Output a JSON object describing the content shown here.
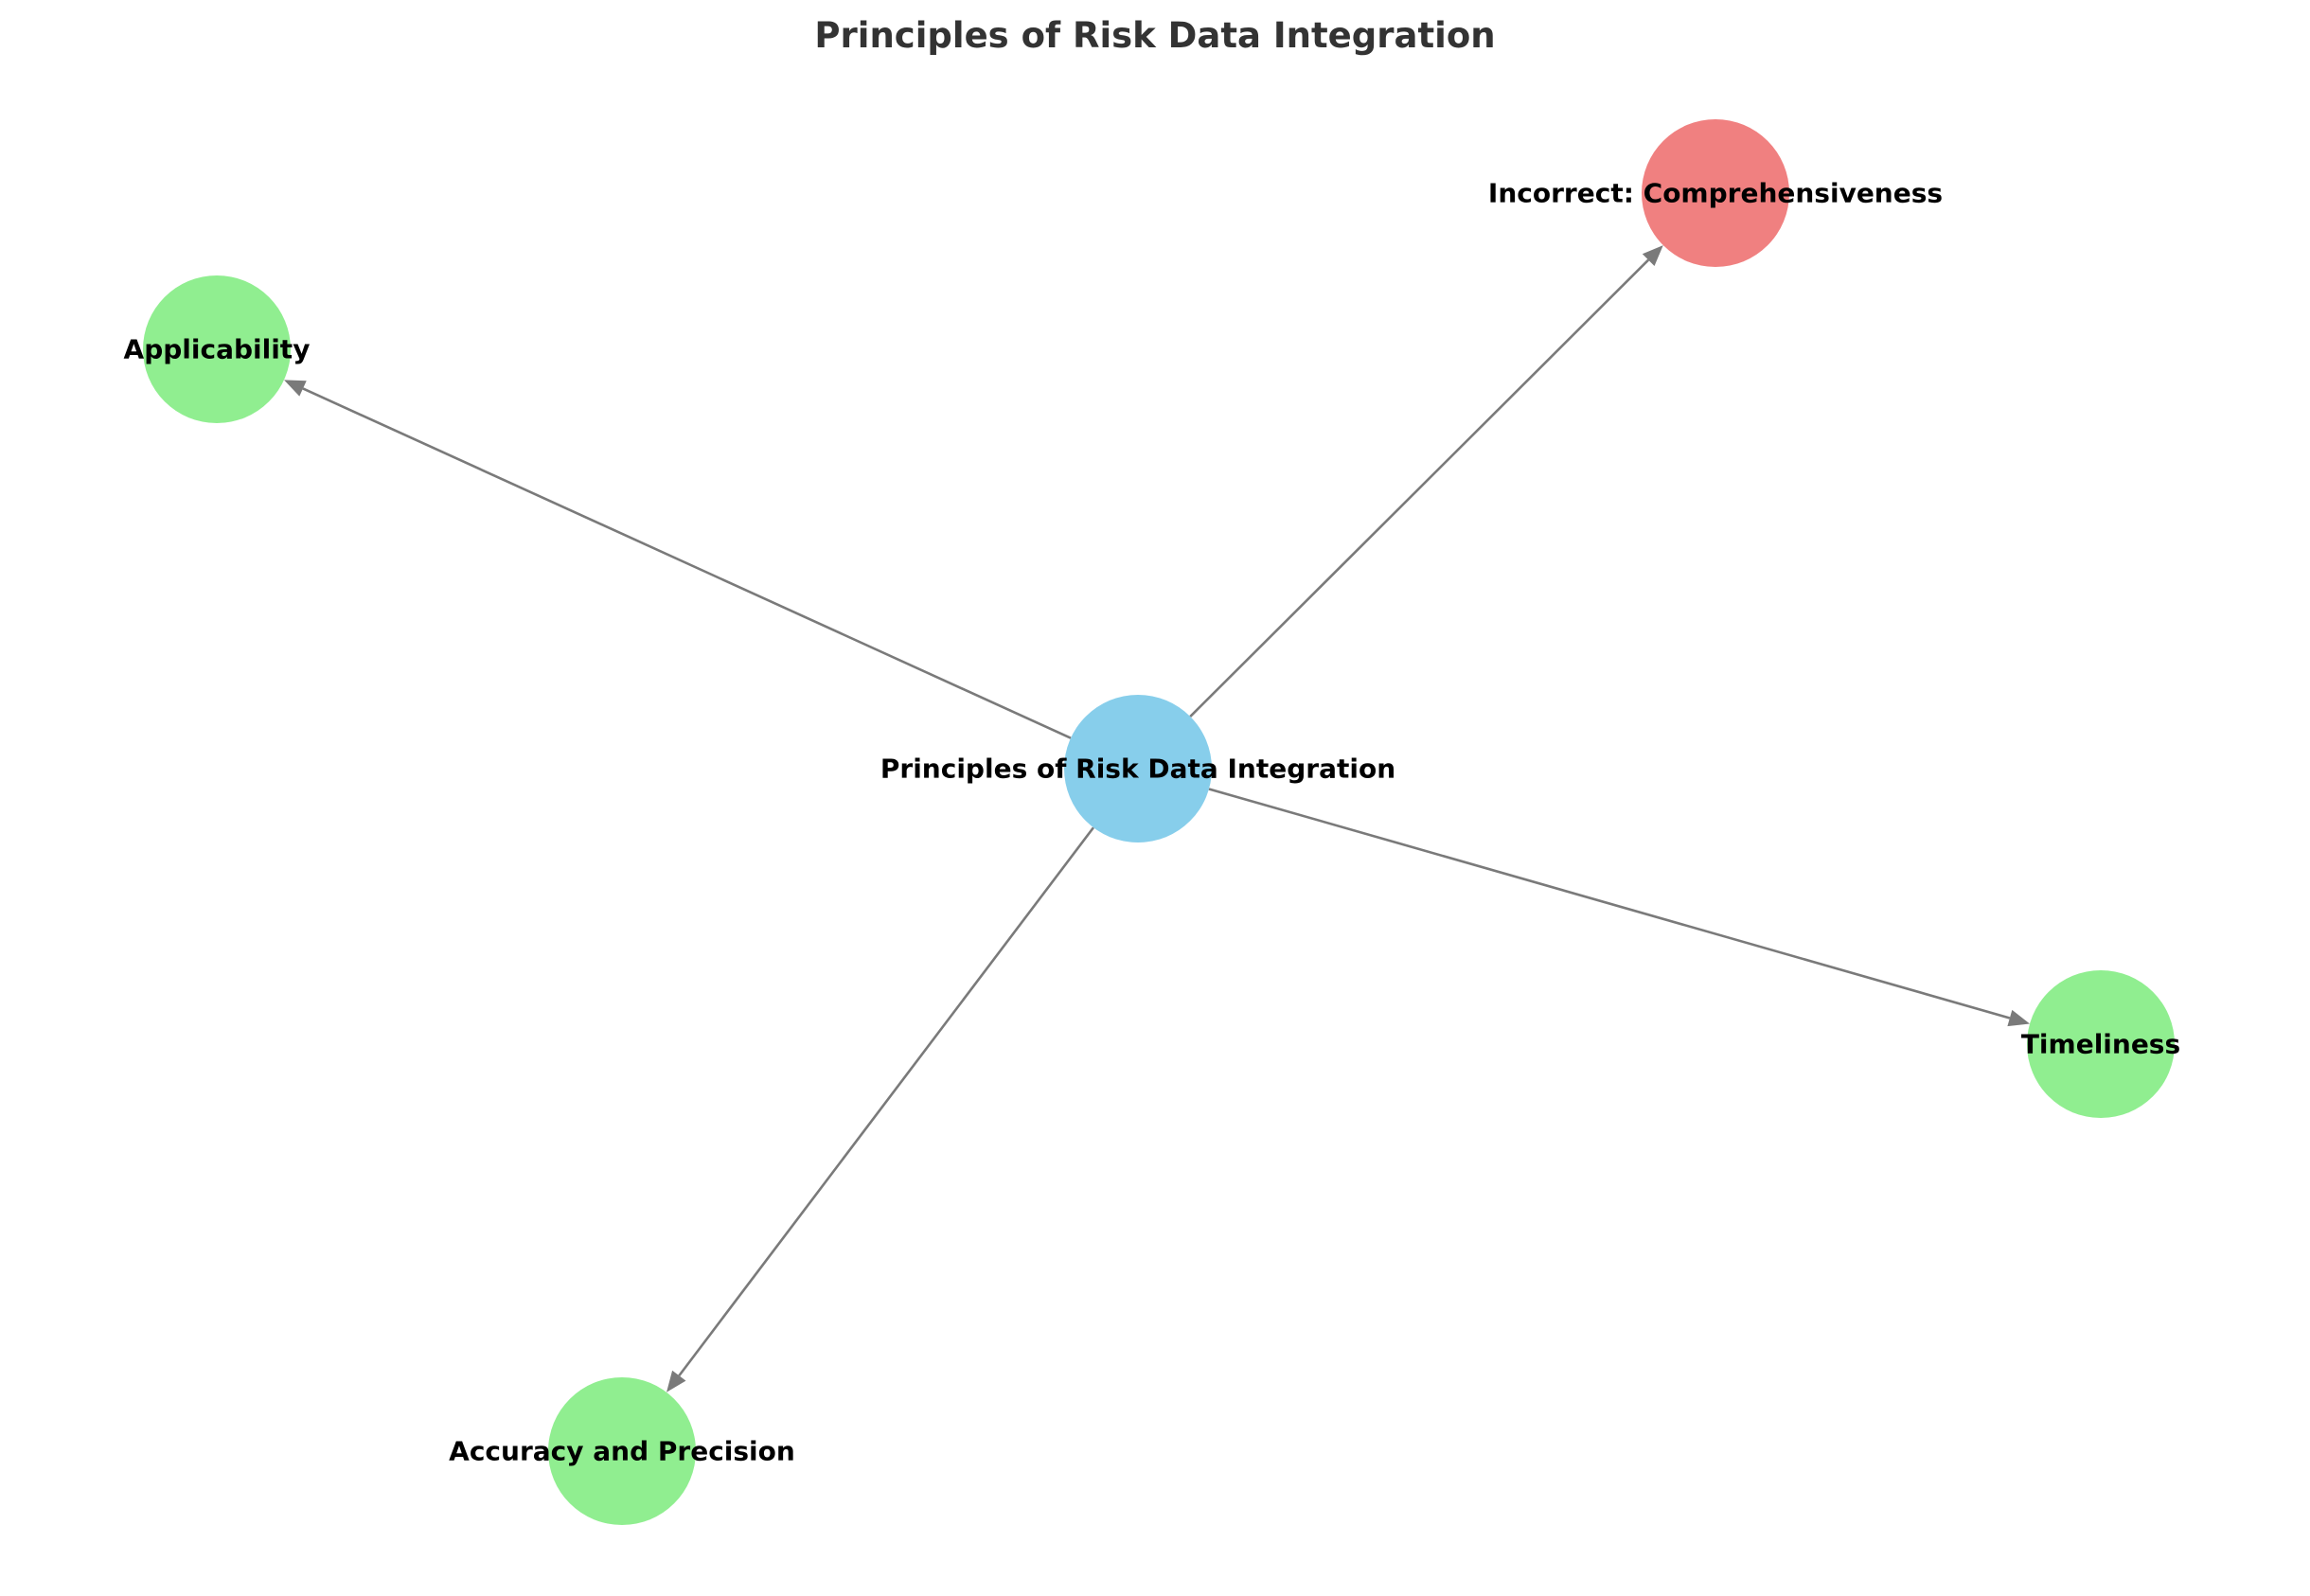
{
  "title": "Principles of Risk Data Integration",
  "nodes": [
    {
      "id": "center",
      "label": "Principles of Risk Data Integration",
      "color": "#87ceeb"
    },
    {
      "id": "incorrect",
      "label": "Incorrect: Comprehensiveness",
      "color": "#f08080"
    },
    {
      "id": "applicability",
      "label": "Applicability",
      "color": "#90ee90"
    },
    {
      "id": "timeliness",
      "label": "Timeliness",
      "color": "#90ee90"
    },
    {
      "id": "accuracy",
      "label": "Accuracy and Precision",
      "color": "#90ee90"
    }
  ],
  "edges": [
    {
      "from": "center",
      "to": "incorrect"
    },
    {
      "from": "center",
      "to": "applicability"
    },
    {
      "from": "center",
      "to": "timeliness"
    },
    {
      "from": "center",
      "to": "accuracy"
    }
  ],
  "colors": {
    "edge": "#7a7a7a",
    "title": "#333333"
  }
}
